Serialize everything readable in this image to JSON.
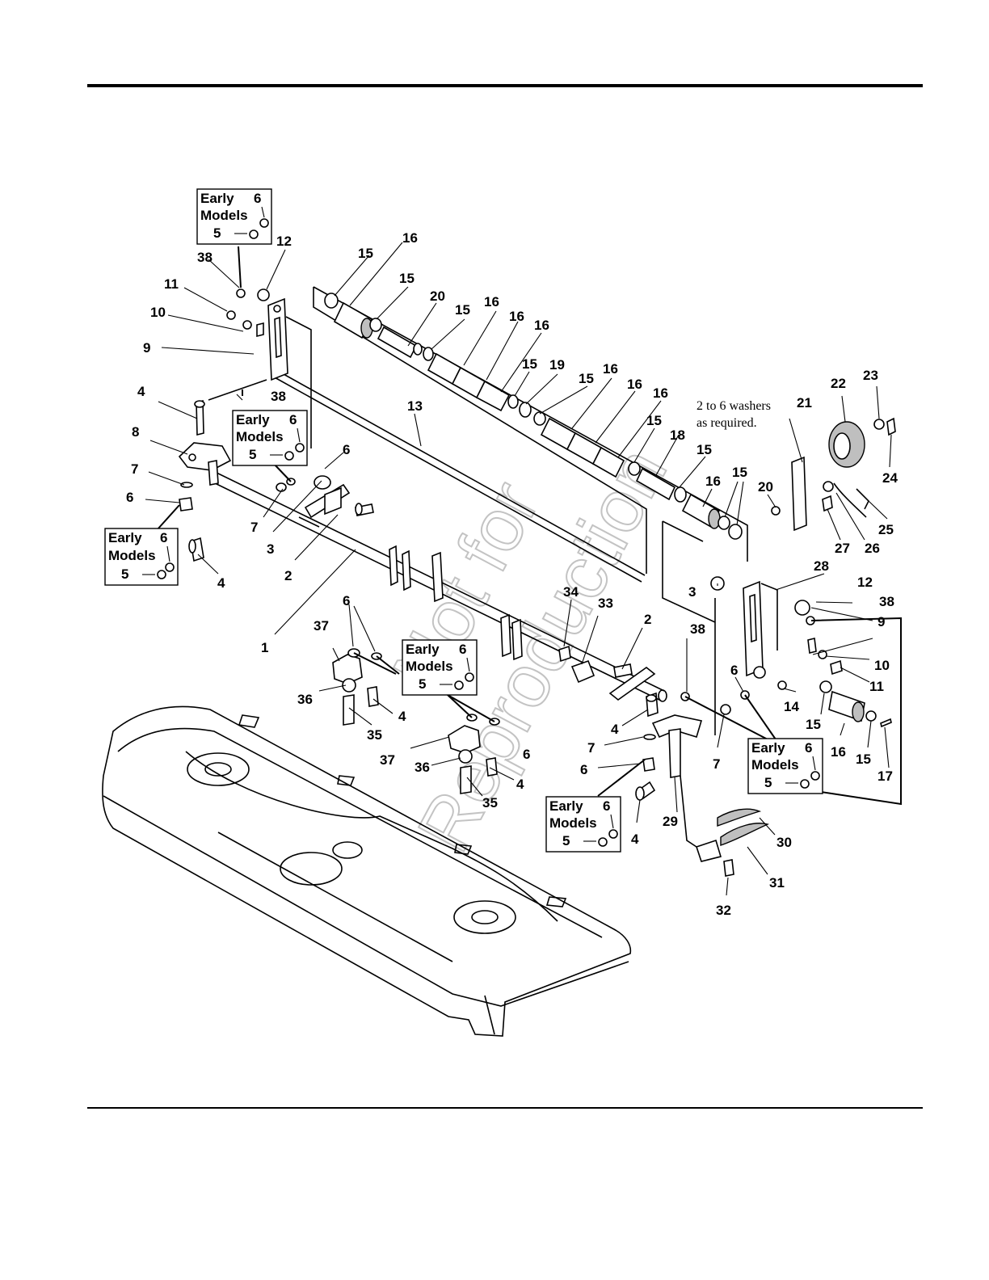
{
  "watermark": {
    "line1": "Not for",
    "line2": "Reproduction"
  },
  "note": {
    "line1": "2 to 6 washers",
    "line2": "as required."
  },
  "early_box": {
    "line1": "Early",
    "line2": "Models",
    "num_top": "6",
    "num_bottom": "5"
  },
  "callouts": {
    "c1": "1",
    "c2a": "2",
    "c2b": "2",
    "c3a": "3",
    "c3b": "3",
    "c4a": "4",
    "c4b": "4",
    "c4c": "4",
    "c4d": "4",
    "c4e": "4",
    "c4f": "4",
    "c6a": "6",
    "c6b": "6",
    "c6c": "6",
    "c6d": "6",
    "c6e": "6",
    "c7a": "7",
    "c7b": "7",
    "c7c": "7",
    "c7d": "7",
    "c8": "8",
    "c9a": "9",
    "c9b": "9",
    "c10a": "10",
    "c10b": "10",
    "c11a": "11",
    "c11b": "11",
    "c12a": "12",
    "c12b": "12",
    "c13": "13",
    "c14": "14",
    "c15a": "15",
    "c15b": "15",
    "c15c": "15",
    "c15d": "15",
    "c15e": "15",
    "c15f": "15",
    "c15g": "15",
    "c15h": "15",
    "c15i": "15",
    "c15j": "15",
    "c16a": "16",
    "c16b": "16",
    "c16c": "16",
    "c16d": "16",
    "c16e": "16",
    "c16f": "16",
    "c16g": "16",
    "c16h": "16",
    "c16i": "16",
    "c17": "17",
    "c18": "18",
    "c19": "19",
    "c20a": "20",
    "c20b": "20",
    "c21": "21",
    "c22": "22",
    "c23": "23",
    "c24": "24",
    "c25": "25",
    "c26": "26",
    "c27": "27",
    "c28": "28",
    "c29": "29",
    "c30": "30",
    "c31": "31",
    "c32": "32",
    "c33": "33",
    "c34": "34",
    "c35a": "35",
    "c35b": "35",
    "c36a": "36",
    "c36b": "36",
    "c37a": "37",
    "c37b": "37",
    "c38a": "38",
    "c38b": "38",
    "c38c": "38",
    "c38d": "38"
  }
}
